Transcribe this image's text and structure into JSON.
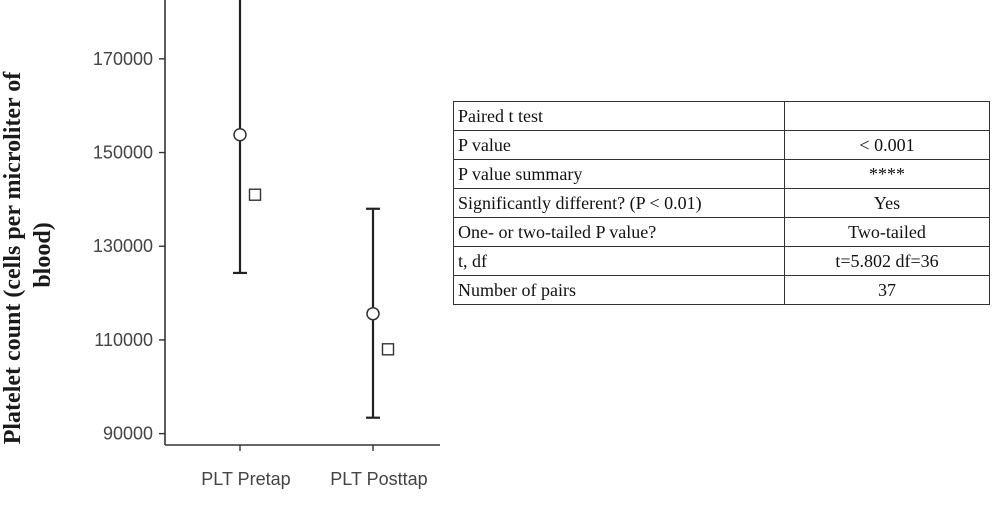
{
  "chart_data": {
    "type": "scatter",
    "categories": [
      "PLT Pretap",
      "PLT Posttap"
    ],
    "ylabel_line1": "Platelet count (cells per microliter of",
    "ylabel_line2": "blood)",
    "yticks": [
      90000,
      110000,
      130000,
      150000,
      170000
    ],
    "ylim": [
      88000,
      180000
    ],
    "grid": false,
    "series": [
      {
        "marker": "circle",
        "values": [
          153800,
          115600
        ]
      },
      {
        "marker": "square",
        "values": [
          141000,
          108000
        ]
      }
    ],
    "error_bars": [
      {
        "low": 124300,
        "high": 183000
      },
      {
        "low": 93400,
        "high": 138000
      }
    ]
  },
  "table": {
    "rows": [
      {
        "label": "Paired t test",
        "value": ""
      },
      {
        "label": "P value",
        "value": "< 0.001"
      },
      {
        "label": "P value summary",
        "value": "****"
      },
      {
        "label": "Significantly different? (P < 0.01)",
        "value": "Yes"
      },
      {
        "label": "One- or two-tailed P value?",
        "value": "Two-tailed"
      },
      {
        "label": "t, df",
        "value": "t=5.802 df=36"
      },
      {
        "label": "Number of pairs",
        "value": "37"
      }
    ]
  }
}
